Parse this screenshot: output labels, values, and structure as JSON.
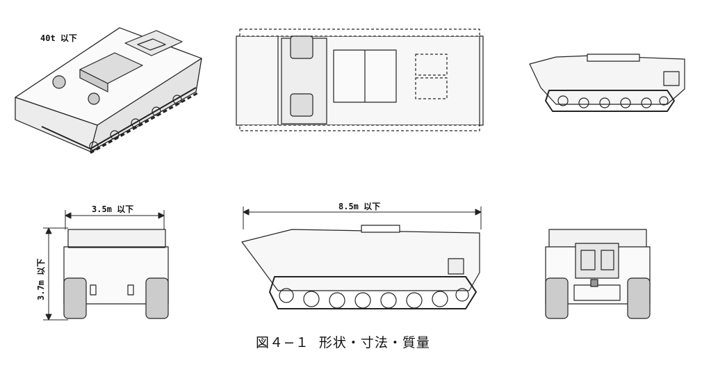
{
  "labels": {
    "weight": "40t 以下",
    "width": "3.5m 以下",
    "height": "3.7m 以下",
    "length": "8.5m 以下"
  },
  "caption": {
    "figure_number": "図４−１",
    "title": "形状・寸法・質量"
  }
}
